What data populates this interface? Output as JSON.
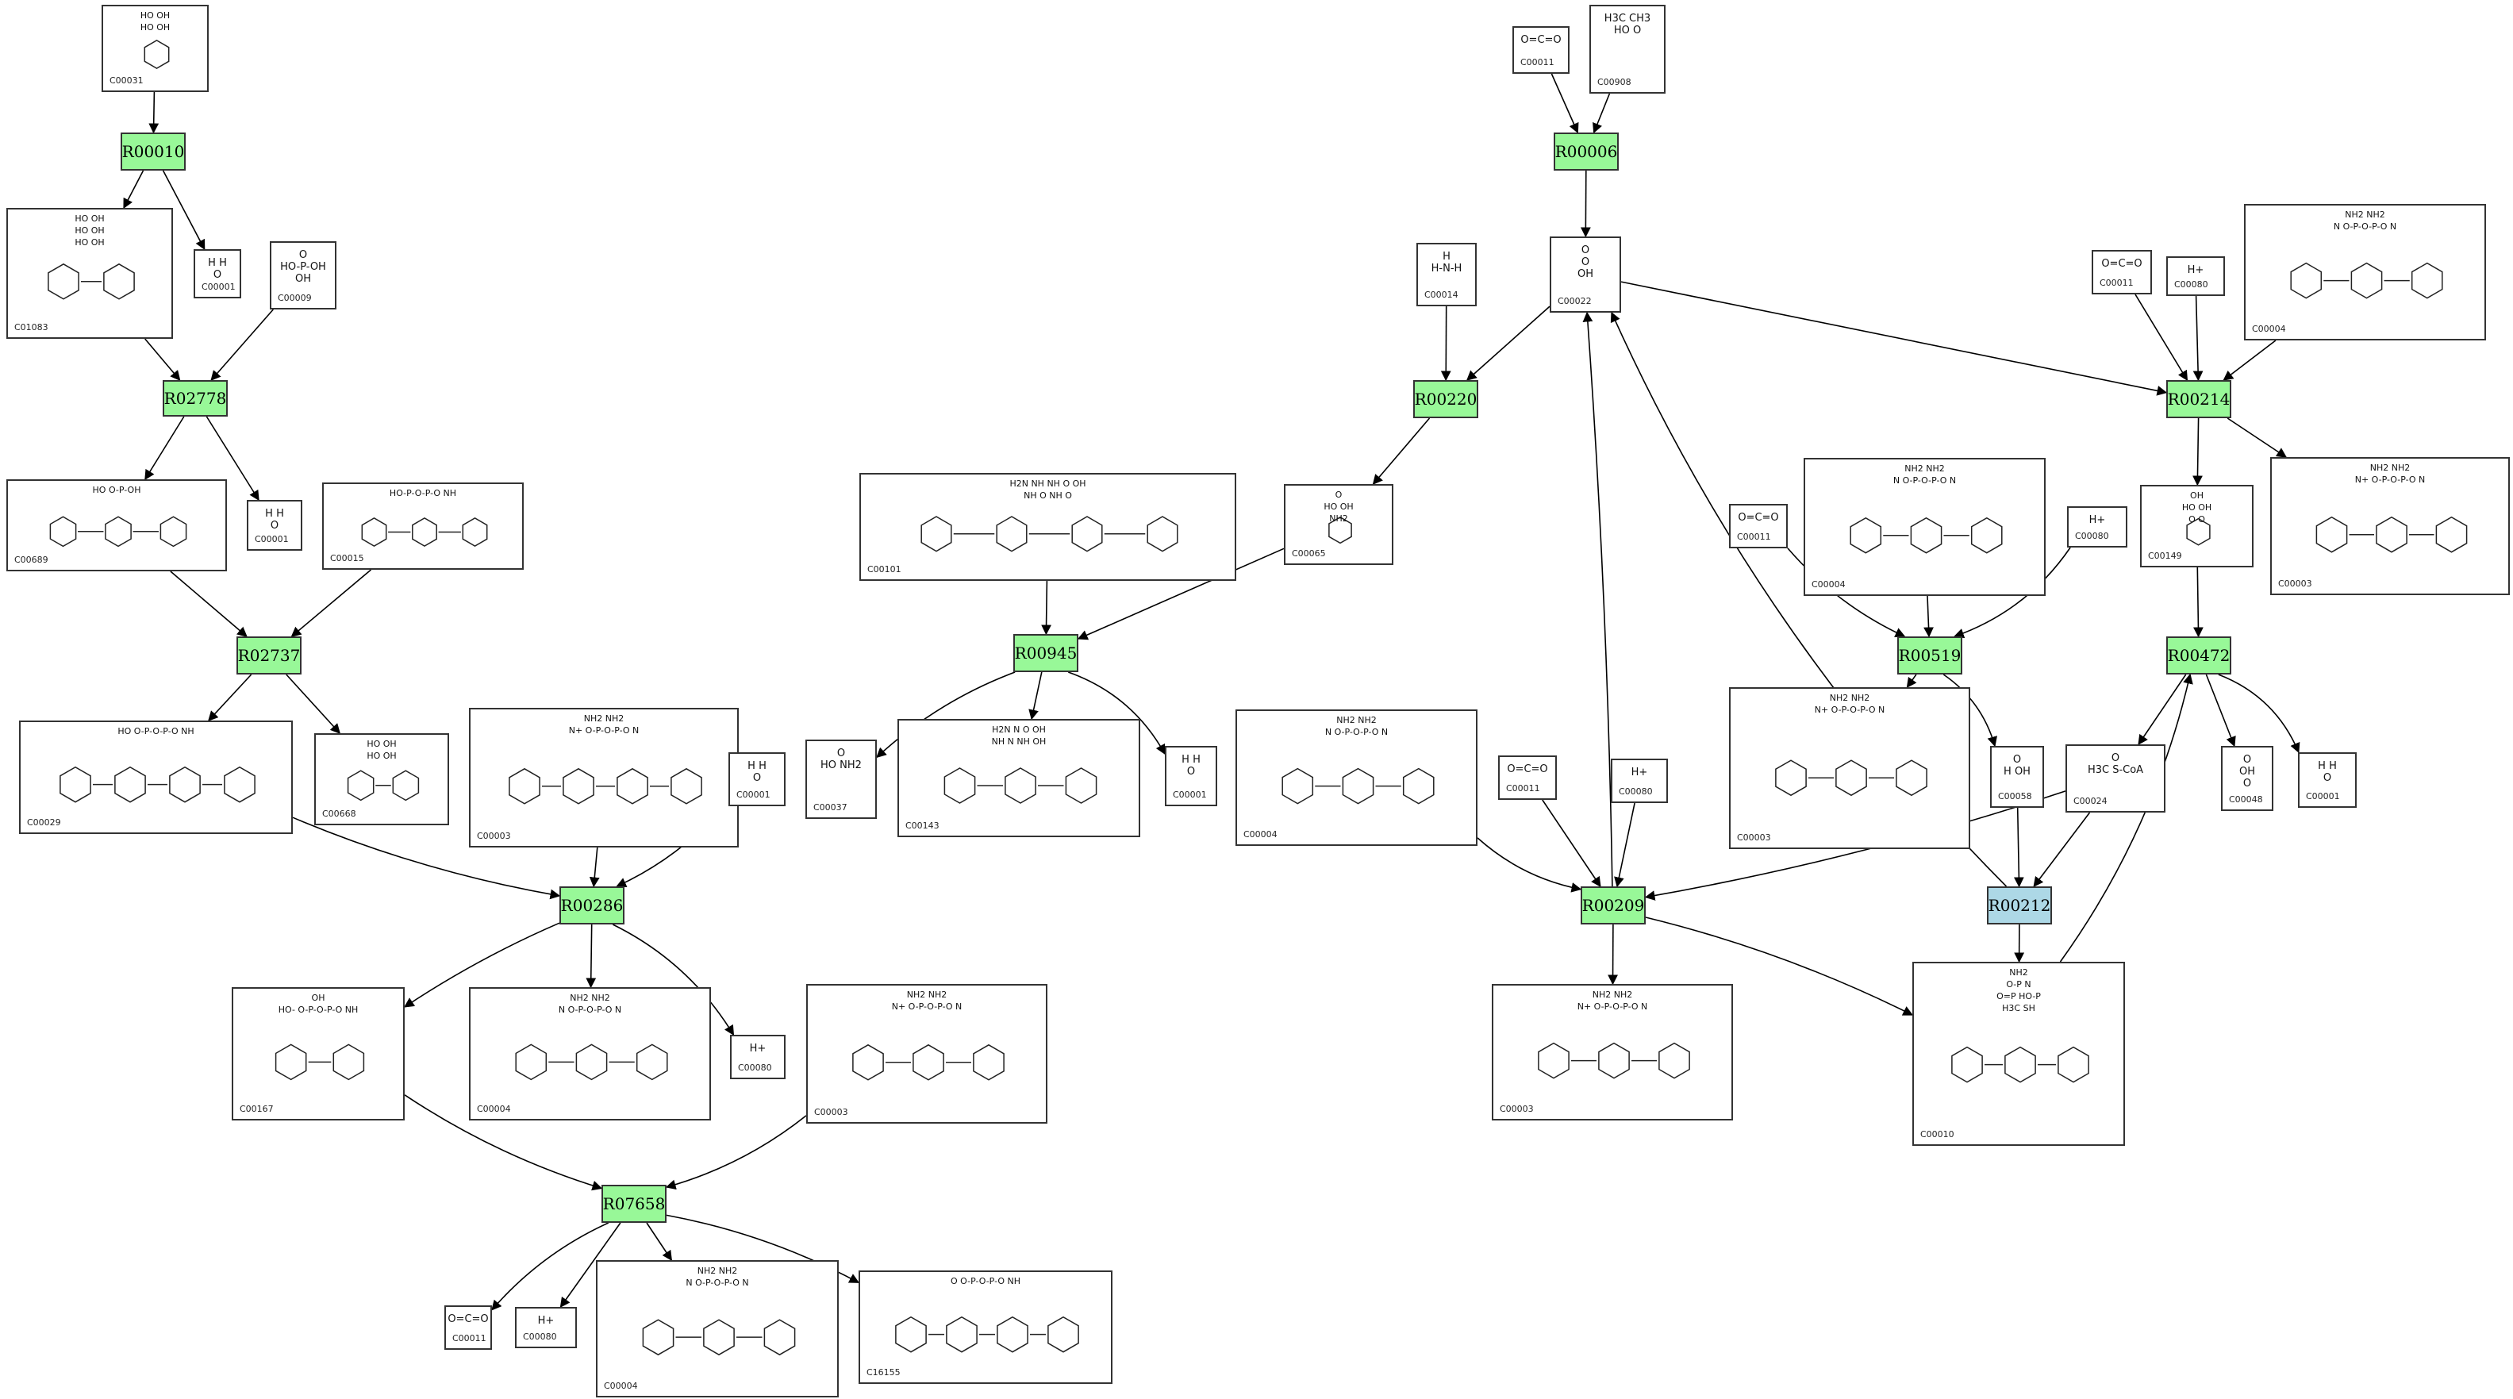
{
  "colors": {
    "reaction": "#98f898",
    "reaction_highlight": "#add8e6",
    "edge": "#000000",
    "border": "#333333"
  },
  "reactions": [
    {
      "id": "R00010",
      "label": "R00010"
    },
    {
      "id": "R02778",
      "label": "R02778"
    },
    {
      "id": "R02737",
      "label": "R02737"
    },
    {
      "id": "R00286",
      "label": "R00286"
    },
    {
      "id": "R07658",
      "label": "R07658"
    },
    {
      "id": "R00945",
      "label": "R00945"
    },
    {
      "id": "R00220",
      "label": "R00220"
    },
    {
      "id": "R00006",
      "label": "R00006"
    },
    {
      "id": "R00209",
      "label": "R00209"
    },
    {
      "id": "R00212",
      "label": "R00212",
      "highlight": true
    },
    {
      "id": "R00519",
      "label": "R00519"
    },
    {
      "id": "R00214",
      "label": "R00214"
    },
    {
      "id": "R00472",
      "label": "R00472"
    }
  ],
  "compounds": [
    {
      "key": "c31",
      "id": "C00031",
      "formula": "HO  OH\nHO  OH"
    },
    {
      "key": "c1083",
      "id": "C01083",
      "formula": "HO   OH\nHO  OH\nHO   OH"
    },
    {
      "key": "c1a",
      "id": "C00001",
      "formula": "H  H\nO"
    },
    {
      "key": "c9",
      "id": "C00009",
      "formula": "O\nHO-P-OH\nOH"
    },
    {
      "key": "c689",
      "id": "C00689",
      "formula": "HO  O-P-OH"
    },
    {
      "key": "c1b",
      "id": "C00001",
      "formula": "H  H\nO"
    },
    {
      "key": "c15",
      "id": "C00015",
      "formula": "HO-P-O-P-O   NH"
    },
    {
      "key": "c29",
      "id": "C00029",
      "formula": "HO  O-P-O-P-O   NH"
    },
    {
      "key": "c668",
      "id": "C00668",
      "formula": "HO   OH\nHO  OH"
    },
    {
      "key": "c3a",
      "id": "C00003",
      "formula": "NH2        NH2\nN+  O-P-O-P-O  N"
    },
    {
      "key": "c1c",
      "id": "C00001",
      "formula": "H  H\nO"
    },
    {
      "key": "c167",
      "id": "C00167",
      "formula": "OH\nHO-  O-P-O-P-O  NH"
    },
    {
      "key": "c4a",
      "id": "C00004",
      "formula": "NH2        NH2\nN  O-P-O-P-O  N"
    },
    {
      "key": "c80a",
      "id": "C00080",
      "formula": "H+"
    },
    {
      "key": "c3b",
      "id": "C00003",
      "formula": "NH2        NH2\nN+  O-P-O-P-O  N"
    },
    {
      "key": "c11a",
      "id": "C00011",
      "formula": "O=C=O"
    },
    {
      "key": "c80b",
      "id": "C00080",
      "formula": "H+"
    },
    {
      "key": "c4b",
      "id": "C00004",
      "formula": "NH2        NH2\nN  O-P-O-P-O  N"
    },
    {
      "key": "c16155",
      "id": "C16155",
      "formula": "O  O-P-O-P-O  NH"
    },
    {
      "key": "c101",
      "id": "C00101",
      "formula": "H2N   NH   NH   O   OH\nNH  O   NH   O"
    },
    {
      "key": "c37",
      "id": "C00037",
      "formula": "O\nHO   NH2"
    },
    {
      "key": "c143",
      "id": "C00143",
      "formula": "H2N   N   O   OH\nNH  N   NH   OH"
    },
    {
      "key": "c1d",
      "id": "C00001",
      "formula": "H  H\nO"
    },
    {
      "key": "c14",
      "id": "C00014",
      "formula": "H\nH-N-H"
    },
    {
      "key": "c65",
      "id": "C00065",
      "formula": "O\nHO   OH\nNH2"
    },
    {
      "key": "c11b",
      "id": "C00011",
      "formula": "O=C=O"
    },
    {
      "key": "c908",
      "id": "C00908",
      "formula": "H3C  CH3\nHO  O"
    },
    {
      "key": "c22",
      "id": "C00022",
      "formula": "O\nO\nOH"
    },
    {
      "key": "c4c",
      "id": "C00004",
      "formula": "NH2        NH2\nN  O-P-O-P-O  N"
    },
    {
      "key": "c11c",
      "id": "C00011",
      "formula": "O=C=O"
    },
    {
      "key": "c80c",
      "id": "C00080",
      "formula": "H+"
    },
    {
      "key": "c3c",
      "id": "C00003",
      "formula": "NH2        NH2\nN+  O-P-O-P-O  N"
    },
    {
      "key": "c10",
      "id": "C00010",
      "formula": "NH2\nO-P  N\nO=P  HO-P\nH3C  SH"
    },
    {
      "key": "c11d",
      "id": "C00011",
      "formula": "O=C=O"
    },
    {
      "key": "c4d",
      "id": "C00004",
      "formula": "NH2        NH2\nN  O-P-O-P-O  N"
    },
    {
      "key": "c80d",
      "id": "C00080",
      "formula": "H+"
    },
    {
      "key": "c3d",
      "id": "C00003",
      "formula": "NH2        NH2\nN+  O-P-O-P-O  N"
    },
    {
      "key": "c58",
      "id": "C00058",
      "formula": "O\nH  OH"
    },
    {
      "key": "c11e",
      "id": "C00011",
      "formula": "O=C=O"
    },
    {
      "key": "c80e",
      "id": "C00080",
      "formula": "H+"
    },
    {
      "key": "c4e",
      "id": "C00004",
      "formula": "NH2        NH2\nN  O-P-O-P-O  N"
    },
    {
      "key": "c3e",
      "id": "C00003",
      "formula": "NH2        NH2\nN+  O-P-O-P-O  N"
    },
    {
      "key": "c149",
      "id": "C00149",
      "formula": "OH\nHO   OH\nO    O"
    },
    {
      "key": "c24",
      "id": "C00024",
      "formula": "O\nH3C   S-CoA"
    },
    {
      "key": "c48",
      "id": "C00048",
      "formula": "O\nOH\nO"
    },
    {
      "key": "c1e",
      "id": "C00001",
      "formula": "H  H\nO"
    }
  ]
}
